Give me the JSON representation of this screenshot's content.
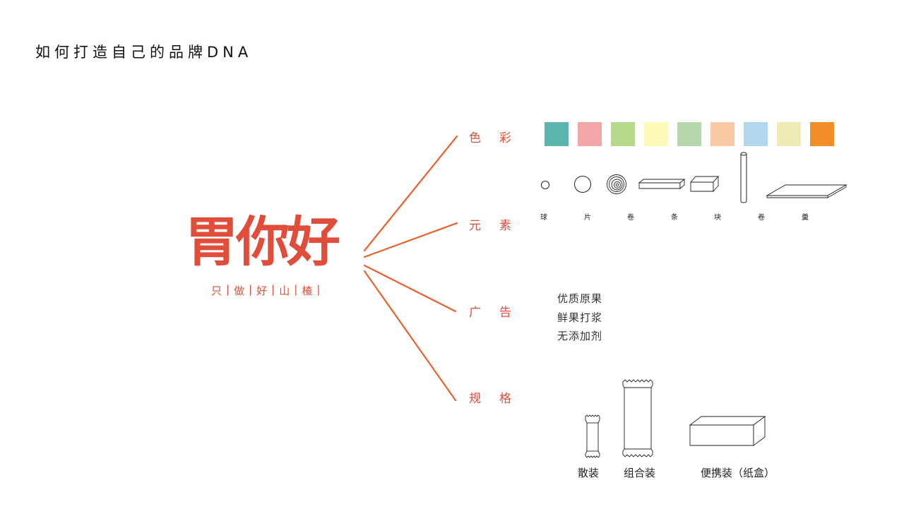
{
  "page": {
    "title": "如何打造自己的品牌DNA"
  },
  "brand": {
    "name": "胃你好",
    "slogan_chars": [
      "只",
      "做",
      "好",
      "山",
      "楂"
    ],
    "color": "#e04e3b"
  },
  "branches": {
    "color_label": "色彩",
    "elements_label": "元素",
    "ad_label": "广告",
    "spec_label": "规格"
  },
  "palette": [
    "#5bb5ad",
    "#f4a7a8",
    "#b6d98c",
    "#fdf9b9",
    "#b5d7ae",
    "#f8c9a4",
    "#b0d7ec",
    "#eeebb4",
    "#f18e27"
  ],
  "elements": [
    {
      "label": "球",
      "shape": "ball-icon"
    },
    {
      "label": "片",
      "shape": "disc-icon"
    },
    {
      "label": "卷",
      "shape": "spiral-roll-icon"
    },
    {
      "label": "条",
      "shape": "bar-icon"
    },
    {
      "label": "块",
      "shape": "block-icon"
    },
    {
      "label": "卷",
      "shape": "rod-roll-icon"
    },
    {
      "label": "羹",
      "shape": "sheet-icon"
    }
  ],
  "ad_copy": [
    "优质原果",
    "鲜果打浆",
    "无添加剂"
  ],
  "packaging": {
    "single_label": "散装",
    "combo_label": "组合装",
    "box_label": "便携装（纸盒）"
  }
}
